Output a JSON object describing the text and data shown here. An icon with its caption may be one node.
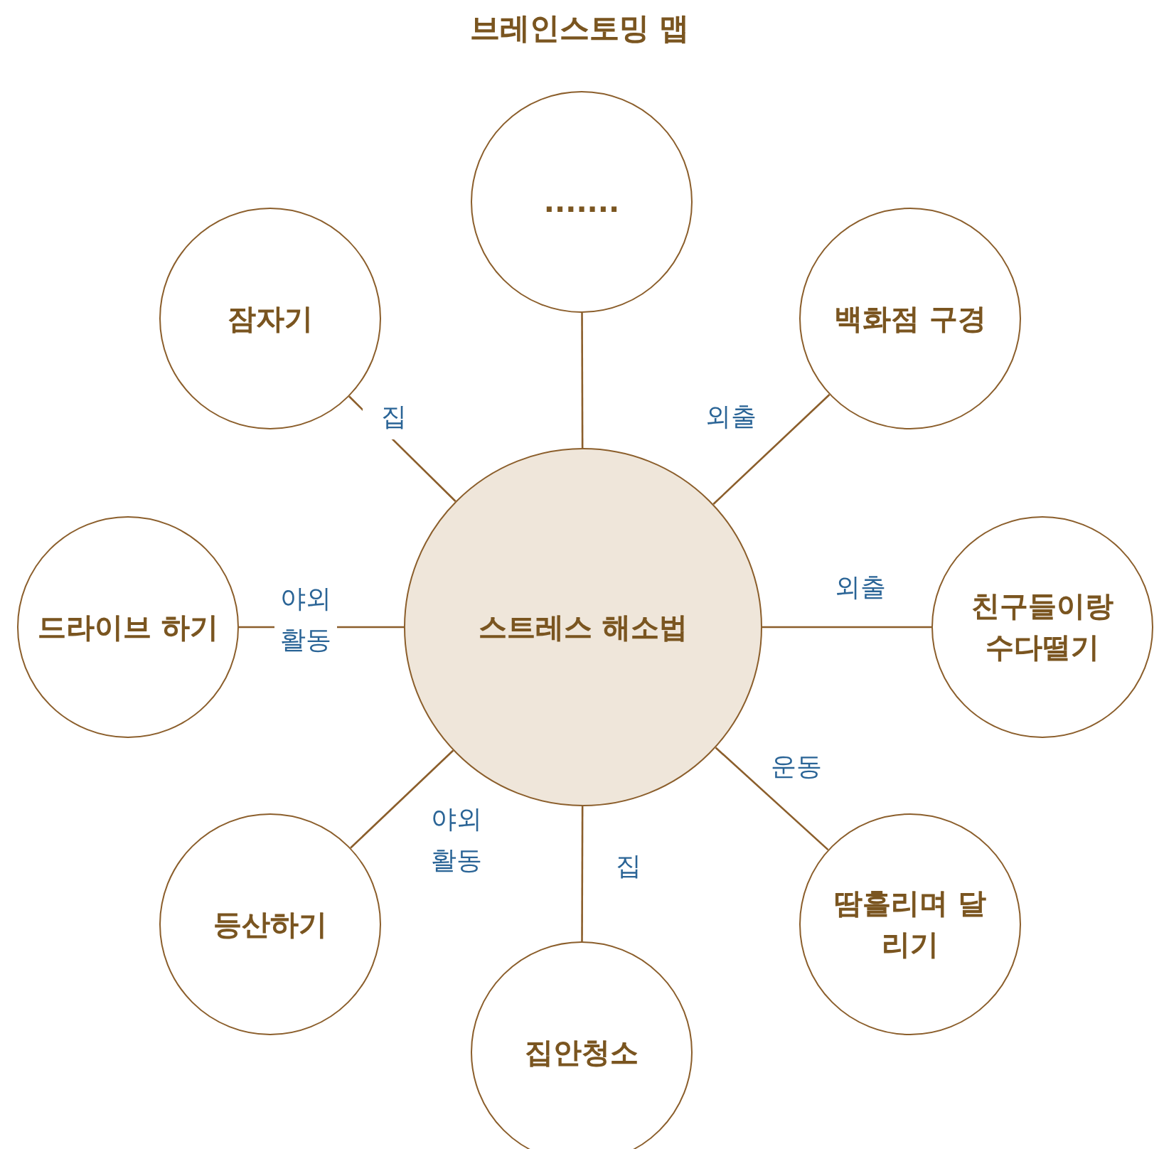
{
  "diagram": {
    "title": "브레인스토밍 맵",
    "nodes": [
      {
        "text": [
          "......."
        ]
      },
      {
        "text": [
          "잠자기"
        ]
      },
      {
        "text": [
          "백화점 구경"
        ]
      },
      {
        "text": [
          "드라이브 하기"
        ]
      },
      {
        "text": [
          "스트레스 해소법"
        ]
      },
      {
        "text": [
          "친구들이랑 수다떨기"
        ]
      },
      {
        "text": [
          "등산하기"
        ]
      },
      {
        "text": [
          "땀흘리며 달리기"
        ]
      },
      {
        "text": [
          "집안청소"
        ]
      }
    ],
    "edges": [
      {
        "from": 4,
        "to": 0,
        "arrow": "none"
      },
      {
        "from": 4,
        "to": 1,
        "arrow": "none",
        "label": "집"
      },
      {
        "from": 4,
        "to": 2,
        "arrow": "none",
        "label": "외출"
      },
      {
        "from": 4,
        "to": 3,
        "arrow": "none",
        "label": "야외 활동"
      },
      {
        "from": 4,
        "to": 5,
        "arrow": "none",
        "label": "외출"
      },
      {
        "from": 4,
        "to": 6,
        "arrow": "none",
        "label": "야외 활동"
      },
      {
        "from": 4,
        "to": 7,
        "arrow": "none",
        "label": "운동"
      },
      {
        "from": 4,
        "to": 8,
        "arrow": "none",
        "label": "집"
      }
    ]
  }
}
